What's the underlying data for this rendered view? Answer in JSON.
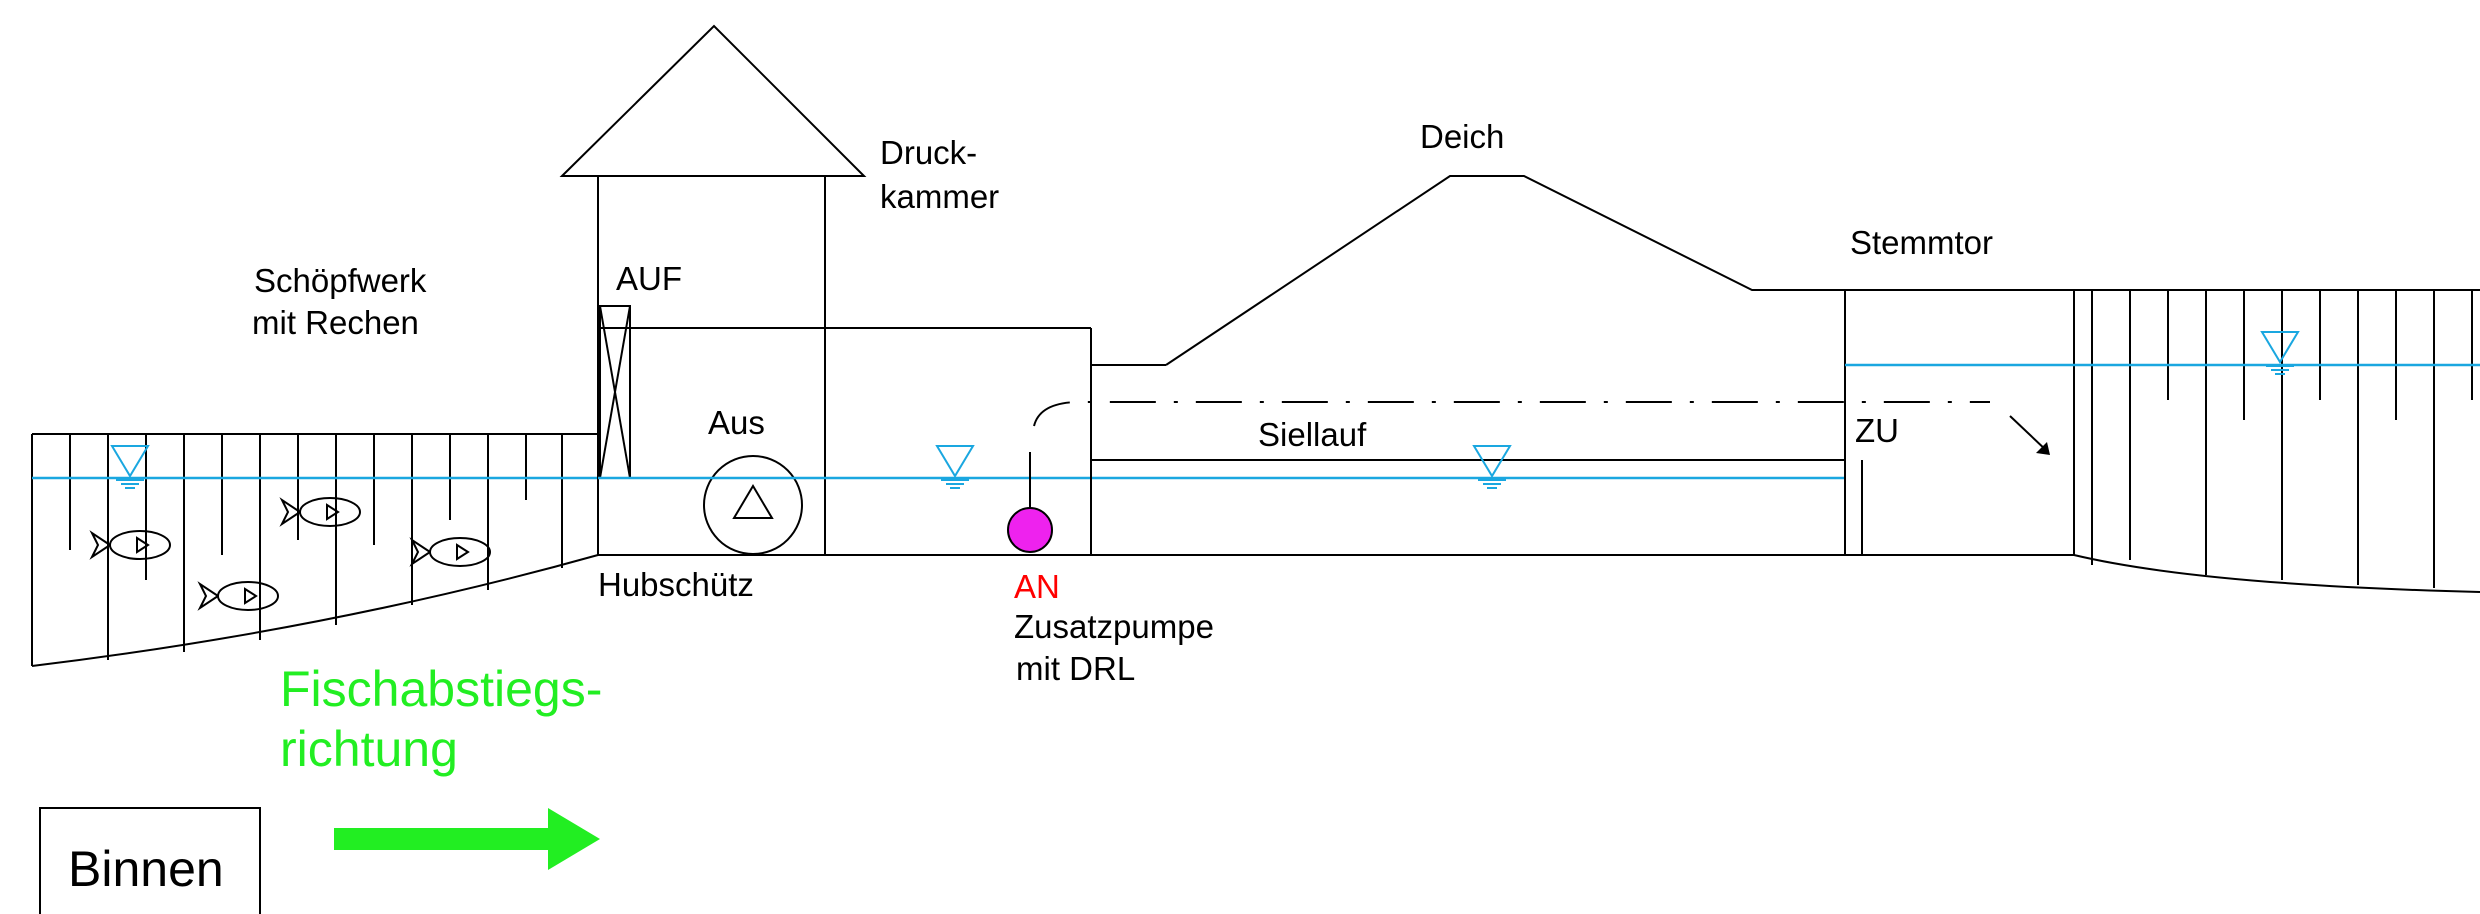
{
  "labels": {
    "druckkammer_l1": "Druck-",
    "druckkammer_l2": "kammer",
    "deich": "Deich",
    "stemmtor": "Stemmtor",
    "schoepfwerk_l1": "Schöpfwerk",
    "schoepfwerk_l2": "mit Rechen",
    "auf": "AUF",
    "aus": "Aus",
    "siellauf": "Siellauf",
    "zu": "ZU",
    "hubschuetz": "Hubschütz",
    "an": "AN",
    "zusatzpumpe_l1": "Zusatzpumpe",
    "zusatzpumpe_l2": "mit DRL",
    "fischabstieg_l1": "Fischabstiegs-",
    "fischabstieg_l2": "richtung",
    "binnen": "Binnen"
  },
  "colors": {
    "water": "#1aa7e0",
    "direction_arrow": "#22ee22",
    "pump_status_on": "#ff0000",
    "pump_fill": "#ee22ee",
    "lines": "#000000"
  },
  "icons": [
    "fish-icon",
    "pump-icon",
    "water-level-icon",
    "gate-icon",
    "flow-arrow-icon",
    "direction-arrow-icon"
  ]
}
